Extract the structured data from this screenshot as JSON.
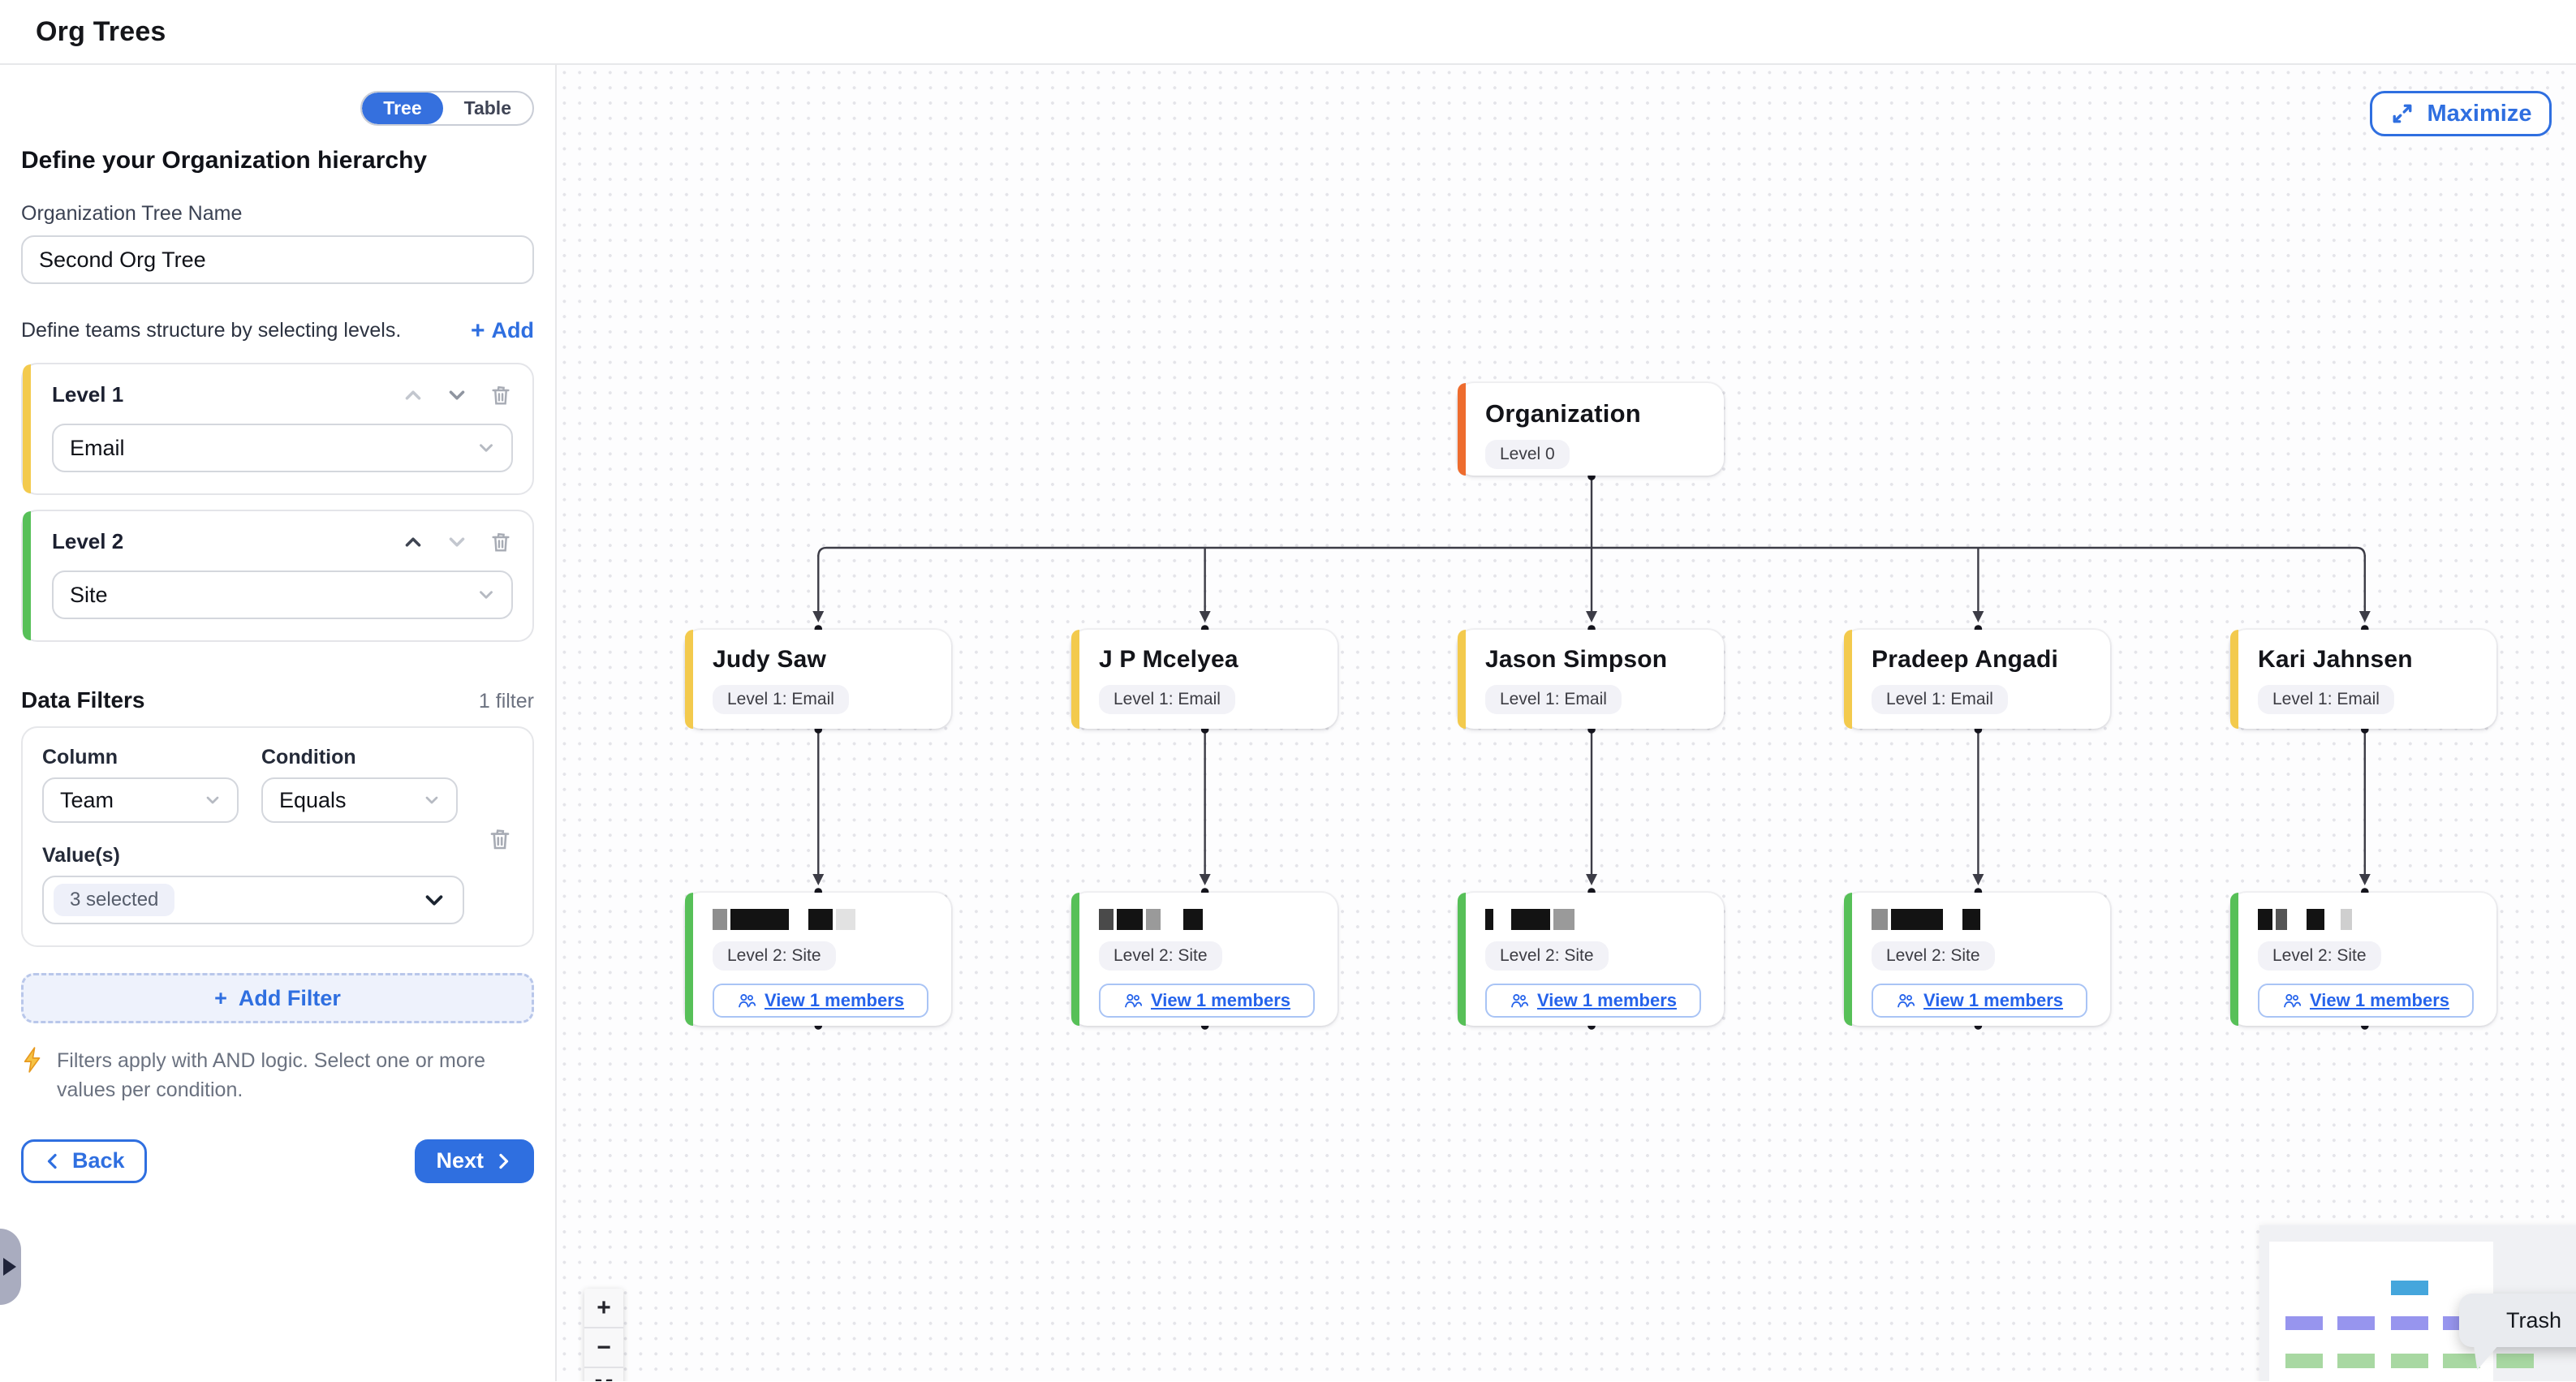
{
  "theme": {
    "accent_blue": "#2f6fe0",
    "level1_yellow": "#f3ca4d",
    "level2_green": "#57c058",
    "root_orange": "#ee6c2e",
    "minimap_blue": "#45a6dc",
    "minimap_purple": "#9795ee",
    "minimap_green": "#a8d8a2"
  },
  "header": {
    "title": "Org Trees"
  },
  "sidebar": {
    "view_toggle": {
      "tree": "Tree",
      "table": "Table",
      "active": "Tree"
    },
    "heading": "Define your Organization hierarchy",
    "tree_name": {
      "label": "Organization Tree Name",
      "value": "Second Org Tree"
    },
    "levels_section": {
      "caption": "Define teams structure by selecting levels.",
      "add_label": "Add"
    },
    "levels": [
      {
        "label": "Level 1",
        "value": "Email"
      },
      {
        "label": "Level 2",
        "value": "Site"
      }
    ],
    "filters": {
      "title": "Data Filters",
      "count": "1 filter",
      "column_label": "Column",
      "column_value": "Team",
      "condition_label": "Condition",
      "condition_value": "Equals",
      "values_label": "Value(s)",
      "values_value": "3 selected",
      "add_filter_label": "Add Filter",
      "note": "Filters apply with AND logic. Select one or more values per condition."
    },
    "back_label": "Back",
    "next_label": "Next"
  },
  "canvas": {
    "maximize_label": "Maximize",
    "tooltip": "Trash",
    "controls": {
      "zoom_in": "+",
      "zoom_out": "−"
    },
    "root": {
      "title": "Organization",
      "badge": "Level 0"
    },
    "level1": [
      {
        "title": "Judy Saw",
        "badge": "Level 1: Email"
      },
      {
        "title": "J P Mcelyea",
        "badge": "Level 1: Email"
      },
      {
        "title": "Jason Simpson",
        "badge": "Level 1: Email"
      },
      {
        "title": "Pradeep Angadi",
        "badge": "Level 1: Email"
      },
      {
        "title": "Kari Jahnsen",
        "badge": "Level 1: Email"
      }
    ],
    "level2": [
      {
        "badge": "Level 2: Site",
        "members_label": "View 1 members",
        "title_redacted": true,
        "blocks": [
          [
            9,
            "#8e8e8e"
          ],
          [
            36,
            "#131313"
          ],
          [
            8,
            "transparent"
          ],
          [
            15,
            "#131313"
          ],
          [
            12,
            "#e2e2e2"
          ]
        ]
      },
      {
        "badge": "Level 2: Site",
        "members_label": "View 1 members",
        "title_redacted": true,
        "blocks": [
          [
            9,
            "#4a4a4a"
          ],
          [
            16,
            "#131313"
          ],
          [
            9,
            "#9a9a9a"
          ],
          [
            10,
            "transparent"
          ],
          [
            12,
            "#131313"
          ]
        ]
      },
      {
        "badge": "Level 2: Site",
        "members_label": "View 1 members",
        "title_redacted": true,
        "blocks": [
          [
            5,
            "#131313"
          ],
          [
            7,
            "transparent"
          ],
          [
            24,
            "#131313"
          ],
          [
            13,
            "#9a9a9a"
          ]
        ]
      },
      {
        "badge": "Level 2: Site",
        "members_label": "View 1 members",
        "title_redacted": true,
        "blocks": [
          [
            10,
            "#8e8e8e"
          ],
          [
            32,
            "#131313"
          ],
          [
            8,
            "transparent"
          ],
          [
            11,
            "#131313"
          ]
        ]
      },
      {
        "badge": "Level 2: Site",
        "members_label": "View 1 members",
        "title_redacted": true,
        "blocks": [
          [
            9,
            "#131313"
          ],
          [
            7,
            "#555555"
          ],
          [
            8,
            "transparent"
          ],
          [
            11,
            "#131313"
          ],
          [
            6,
            "transparent"
          ],
          [
            7,
            "#cfcfcf"
          ]
        ]
      }
    ]
  }
}
